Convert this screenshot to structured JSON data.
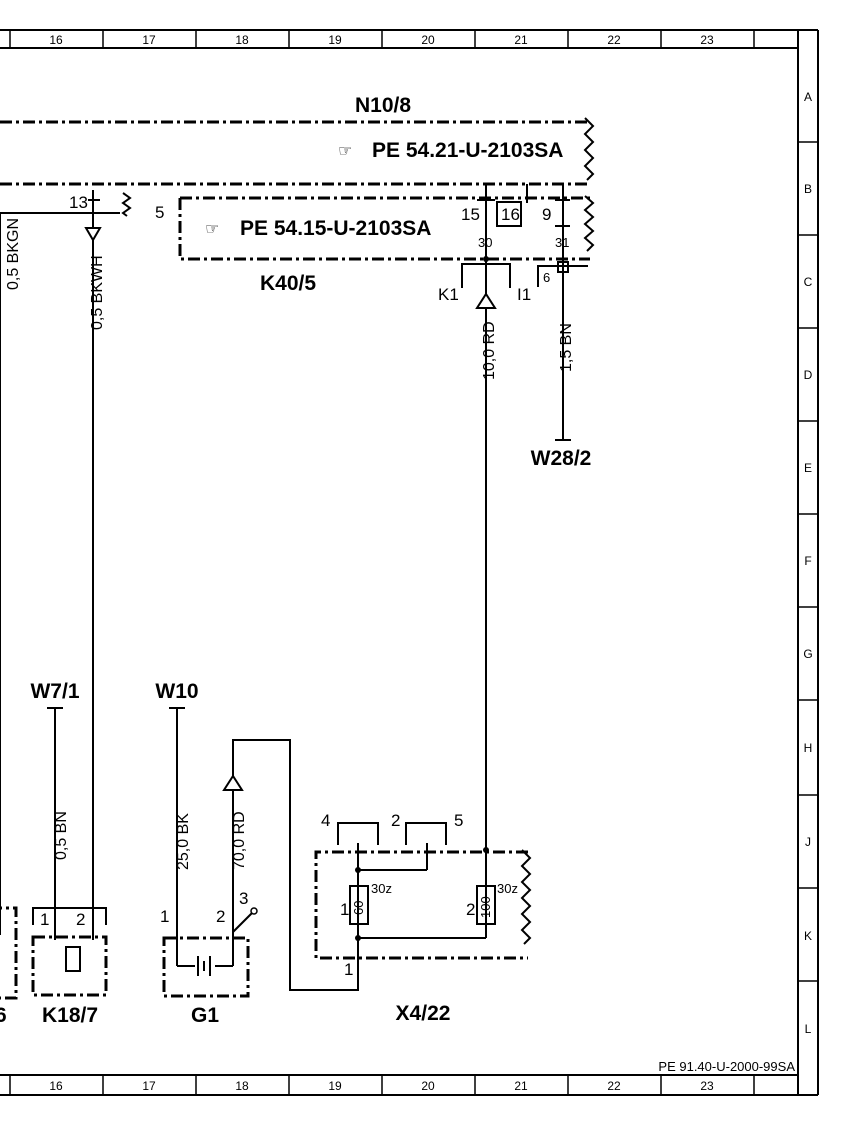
{
  "frame": {
    "columns": [
      "16",
      "17",
      "18",
      "19",
      "20",
      "21",
      "22",
      "23"
    ],
    "rows": [
      "A",
      "B",
      "C",
      "D",
      "E",
      "F",
      "G",
      "H",
      "J",
      "K",
      "L"
    ],
    "doc_ref": "PE 91.40-U-2000-99SA"
  },
  "components": {
    "n10_8": {
      "label": "N10/8",
      "ref": "PE 54.21-U-2103SA"
    },
    "k40_5": {
      "label": "K40/5",
      "ref": "PE 54.15-U-2103SA"
    },
    "w28_2": {
      "label": "W28/2"
    },
    "w7_1": {
      "label": "W7/1"
    },
    "w10": {
      "label": "W10"
    },
    "k18_7": {
      "label": "K18/7"
    },
    "g1": {
      "label": "G1"
    },
    "x4_22": {
      "label": "X4/22"
    },
    "edge_label": "6"
  },
  "pins": {
    "p13": "13",
    "p5": "5",
    "p15": "15",
    "p16": "16",
    "p9": "9",
    "p30": "30",
    "p31": "31",
    "p6": "6",
    "k1": "K1",
    "i1": "I1",
    "k18_1": "1",
    "k18_2": "2",
    "g1_1": "1",
    "g1_2": "2",
    "g1_3": "3",
    "x4": "4",
    "x2": "2",
    "x5": "5",
    "x1": "1",
    "x2b": "2",
    "f60": "60",
    "f100": "100",
    "f30z_a": "30z",
    "f30z_b": "30z",
    "x1b": "1"
  },
  "wires": {
    "w_bkgn": "0,5 BKGN",
    "w_bkwh": "0,5 BKWH",
    "w_rd10": "10,0 RD",
    "w_bn15": "1,5 BN",
    "w_bn05": "0,5 BN",
    "w_bk25": "25,0 BK",
    "w_rd70": "70,0 RD"
  }
}
